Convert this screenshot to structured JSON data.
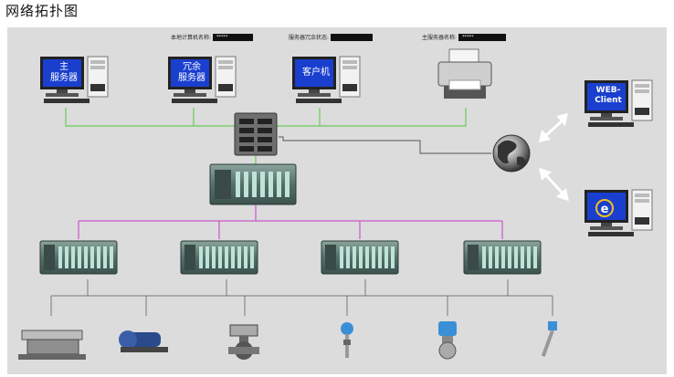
{
  "page_title": "网络拓扑图",
  "status": {
    "local_computer_label": "本地计算机名称:",
    "local_computer_value": "*****",
    "redundancy_label": "服务器冗余状态:",
    "redundancy_value": "",
    "main_server_label": "主服务器名称:",
    "main_server_value": "*****"
  },
  "computers": {
    "main_server": {
      "line1": "主",
      "line2": "服务器"
    },
    "redundant_server": {
      "line1": "冗余",
      "line2": "服务器"
    },
    "client": {
      "line1": "客户机"
    },
    "web_client": {
      "line1": "WEB-",
      "line2": "Client"
    }
  },
  "colors": {
    "ethernet": "#66cc55",
    "profibus": "#cc55cc",
    "field": "#777777",
    "screen_blue": "#1a3fcf",
    "plc": "#55706a"
  }
}
